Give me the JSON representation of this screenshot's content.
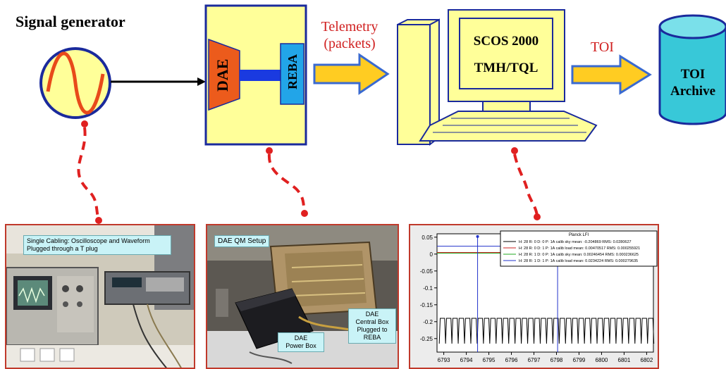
{
  "signal_generator": {
    "title": "Signal generator"
  },
  "dae_box": {
    "left_label": "DAE",
    "right_label": "REBA"
  },
  "telemetry": {
    "line1": "Telemetry",
    "line2": "(packets)"
  },
  "computer": {
    "line1": "SCOS 2000",
    "line2": "TMH/TQL"
  },
  "toi_arrow": {
    "label": "TOI"
  },
  "archive": {
    "line1": "TOI",
    "line2": "Archive"
  },
  "photo1": {
    "caption_line1": "Single Cabling: Oscilloscope and Waveform",
    "caption_line2": "Plugged through a T plug"
  },
  "photo2": {
    "caption": "DAE QM Setup",
    "power_box_line1": "DAE",
    "power_box_line2": "Power Box",
    "central_line1": "DAE",
    "central_line2": "Central Box",
    "central_line3": "Plugged to",
    "central_line4": "REBA"
  },
  "chart_data": {
    "type": "line",
    "title": "Planck LFI",
    "x_ticks": [
      "6793",
      "6794",
      "6795",
      "6796",
      "6797",
      "6798",
      "6799",
      "6800",
      "6801",
      "6802"
    ],
    "y_ticks": [
      "0.05",
      "0",
      "-0.05",
      "-0.1",
      "-0.15",
      "-0.2",
      "-0.25"
    ],
    "xlim": [
      6792.7,
      6802.3
    ],
    "ylim": [
      -0.29,
      0.06
    ],
    "legend": [
      "H: 28 R: 0 D: 0 P: 1A calib sky mean: -0.204869 RMS: 0.0280627",
      "H: 28 R: 0 D: 1 P: 1A calib load mean: 0.00470517 RMS: 0.000255921",
      "H: 28 R: 1 D: 0 P: 1A calib sky mean: 0.00246454 RMS: 0.000236625",
      "H: 28 R: 1 D: 1 P: 1A calib load mean: 0.0234224 RMS: 0.000279635"
    ],
    "series_colors": [
      "#000000",
      "#cc2222",
      "#22aa22",
      "#2233cc"
    ],
    "series": [
      {
        "name": "H: 28 R: 0 D: 0 P: 1A calib sky",
        "wave": {
          "high": -0.19,
          "low": -0.265,
          "period": 0.28,
          "x_start": 6792.8,
          "x_end": 6802.1
        }
      },
      {
        "name": "H: 28 R: 0 D: 1 P: 1A calib load",
        "x": [
          6792.7,
          6802.3
        ],
        "y": [
          0.0047,
          0.0047
        ]
      },
      {
        "name": "H: 28 R: 1 D: 0 P: 1A calib sky",
        "x": [
          6792.7,
          6802.3
        ],
        "y": [
          0.0025,
          0.0025
        ]
      },
      {
        "name": "H: 28 R: 1 D: 1 P: 1A calib load",
        "x": [
          6792.7,
          6802.3
        ],
        "y": [
          0.0234,
          0.0234
        ]
      }
    ],
    "markers": [
      {
        "x": 6794.5,
        "y": 0.052
      }
    ],
    "vertical_lines": [
      6794.5,
      6798.05
    ]
  }
}
